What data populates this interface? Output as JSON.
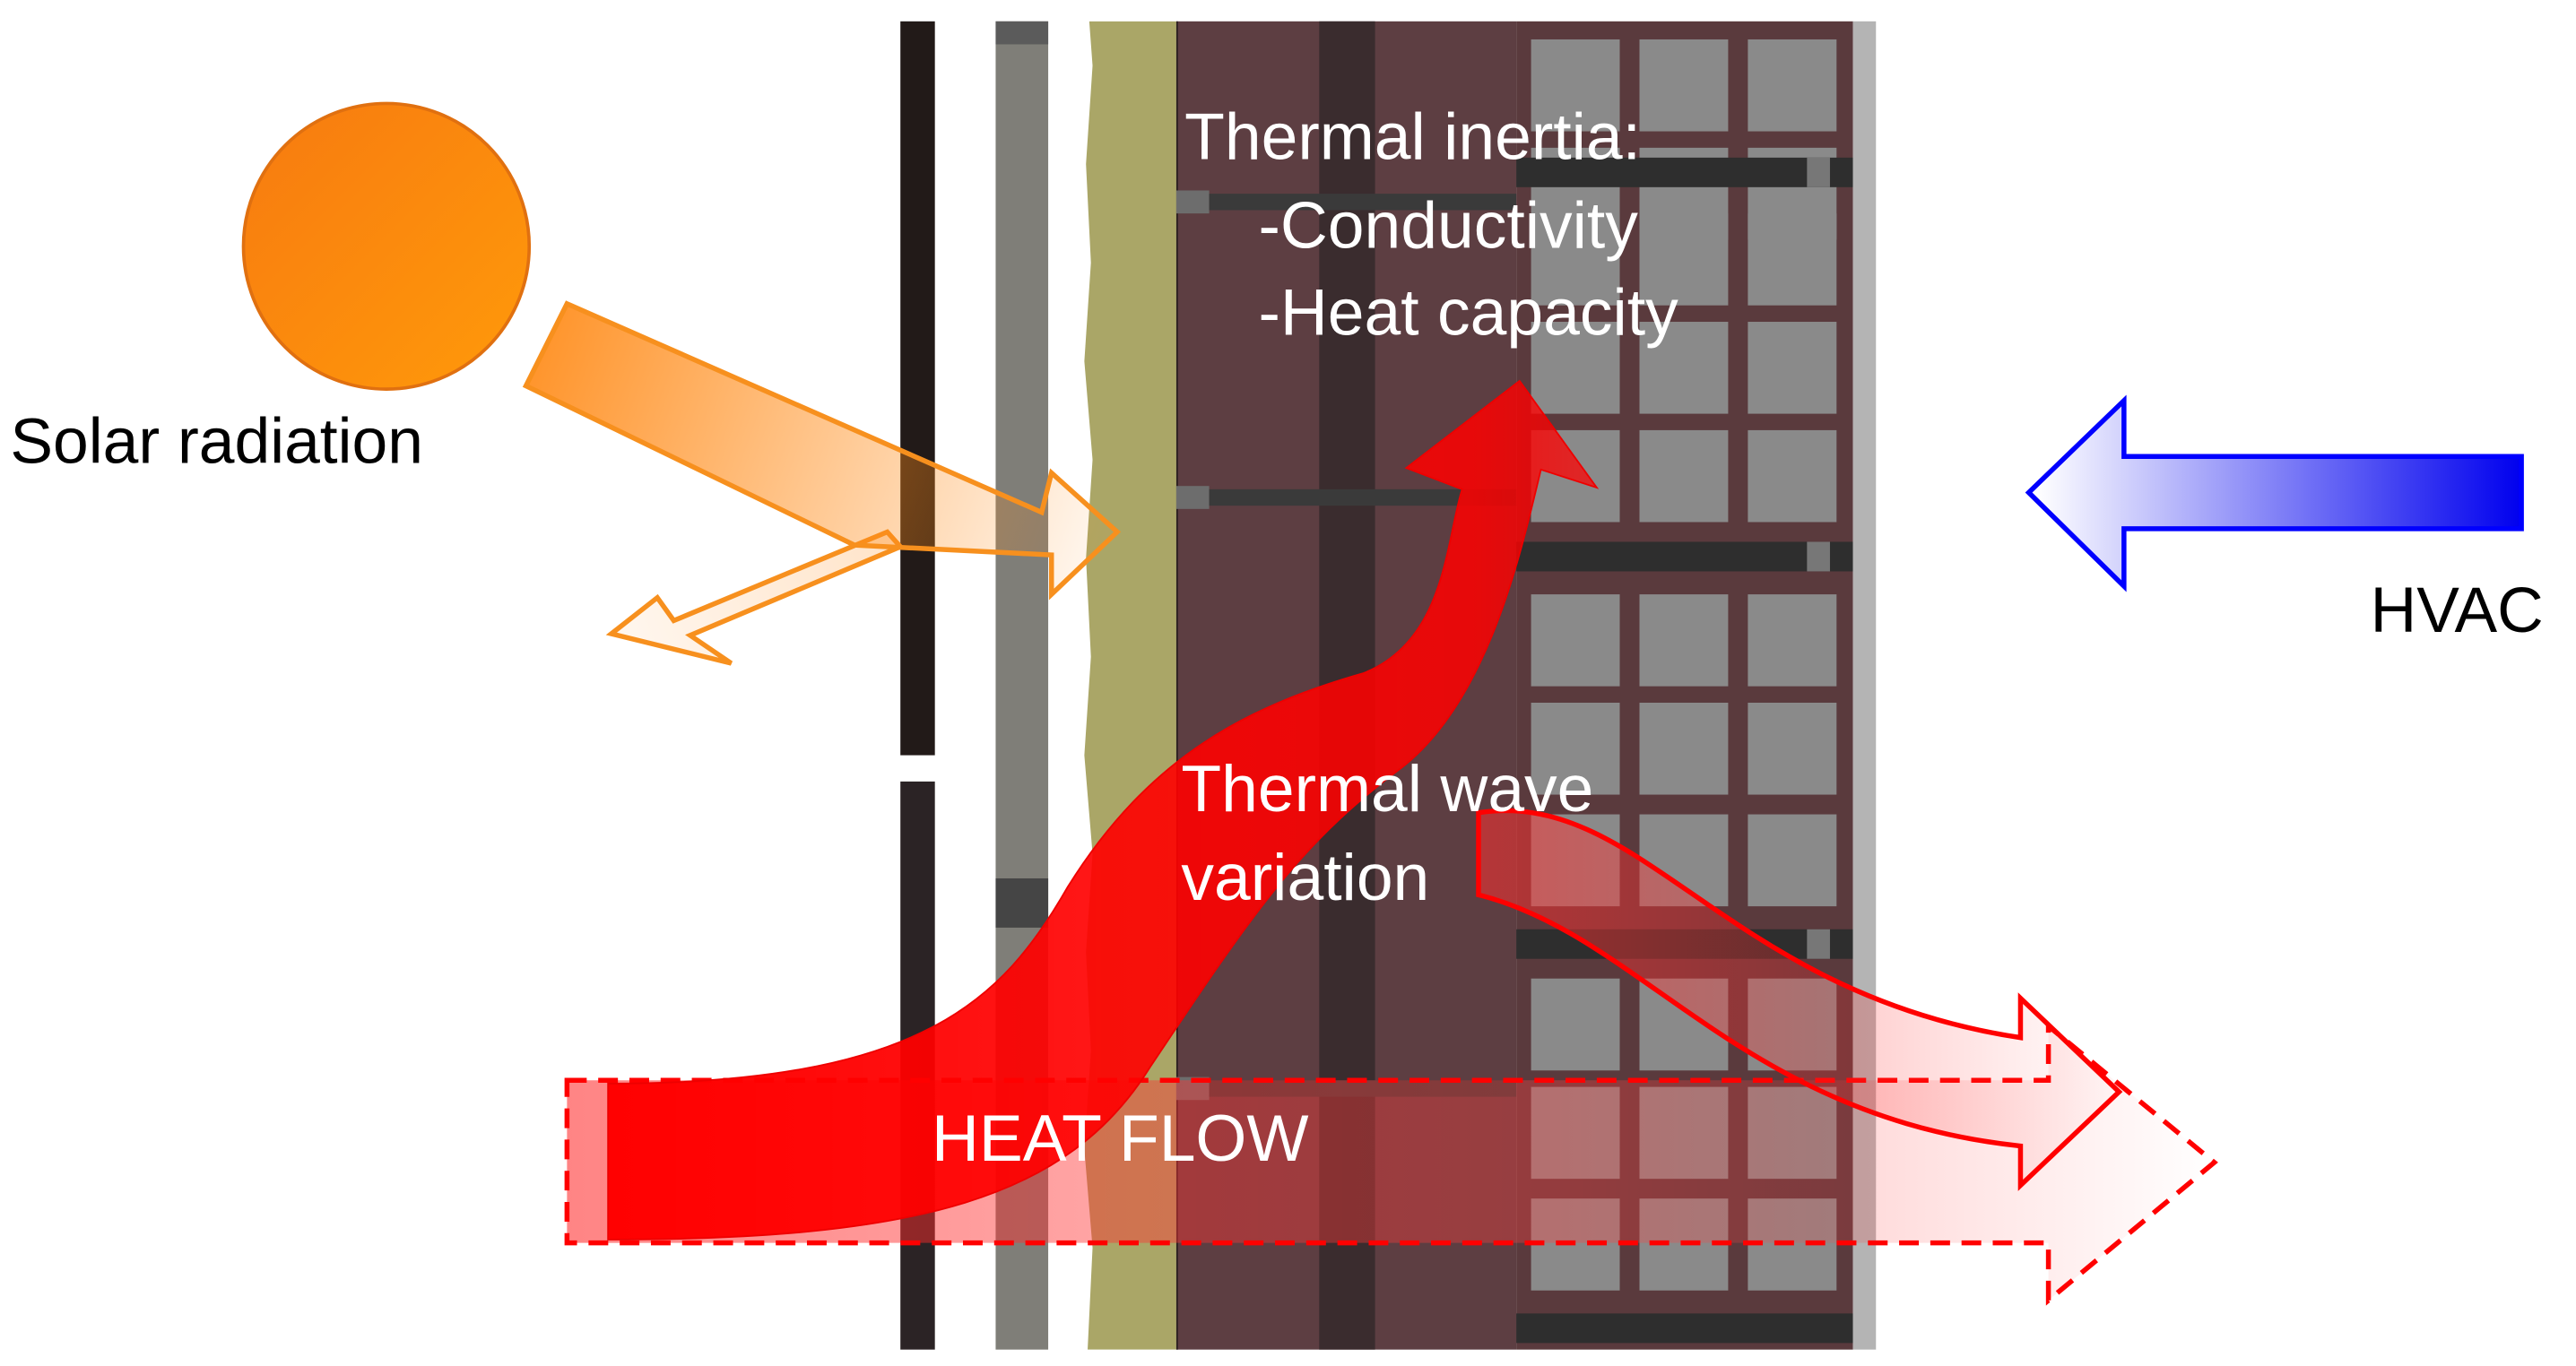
{
  "labels": {
    "solar": "Solar radiation",
    "hvac": "HVAC",
    "inertia_title": "Thermal inertia:",
    "inertia_item1": "-Conductivity",
    "inertia_item2": "-Heat capacity",
    "wave_line1": "Thermal wave",
    "wave_line2": "variation",
    "heat_flow": "HEAT FLOW"
  },
  "colors": {
    "sun": "#ff8a10",
    "solar_arrow": "#f7901e",
    "heat_arrow": "#ff0000",
    "hvac_arrow": "#0000ff",
    "insulation": "#aaa667",
    "wall_fill": "#5a3a3d",
    "block_grey": "#8a8a8a",
    "cladding_dark": "#221a18",
    "cladding_grey": "#7e7d78",
    "label_text": "#000000",
    "overlay_text": "#ffffff"
  },
  "icons": {
    "sun": "sun-icon",
    "solar": "solar-radiation-arrow",
    "hvac": "hvac-arrow",
    "heat": "heat-flow-arrow"
  }
}
